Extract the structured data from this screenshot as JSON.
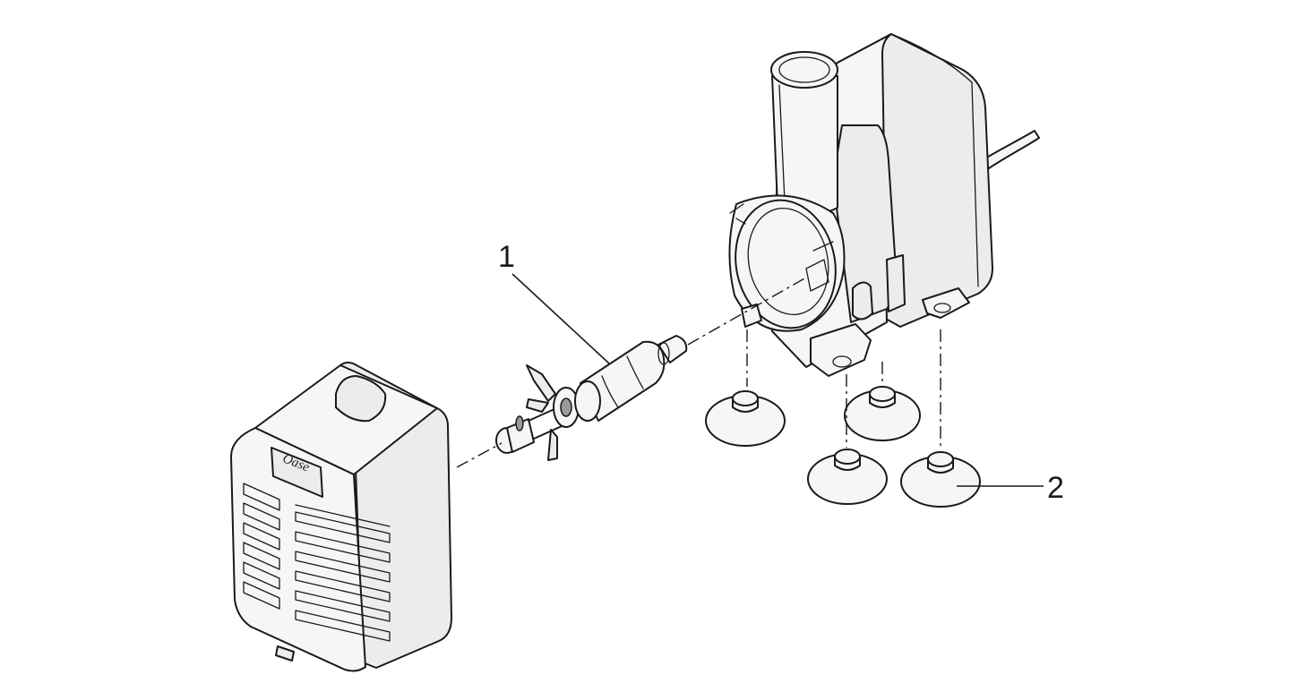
{
  "diagram": {
    "labels": {
      "impeller": "1",
      "suction_cups": "2"
    },
    "brand_logo": "Oase"
  }
}
